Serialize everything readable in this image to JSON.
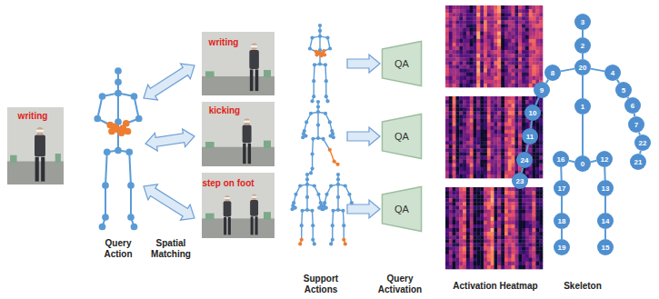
{
  "diagram": {
    "nodes": [
      {
        "text": [
          "QA"
        ]
      },
      {
        "text": [
          "QA"
        ]
      },
      {
        "text": [
          "QA"
        ]
      },
      {
        "text": [
          "3"
        ]
      },
      {
        "text": [
          "2"
        ]
      },
      {
        "text": [
          "20"
        ]
      },
      {
        "text": [
          "8"
        ]
      },
      {
        "text": [
          "4"
        ]
      },
      {
        "text": [
          "9"
        ]
      },
      {
        "text": [
          "5"
        ]
      },
      {
        "text": [
          "1"
        ]
      },
      {
        "text": [
          "6"
        ]
      },
      {
        "text": [
          "10"
        ]
      },
      {
        "text": [
          "7"
        ]
      },
      {
        "text": [
          "11"
        ]
      },
      {
        "text": [
          "22"
        ]
      },
      {
        "text": [
          "24"
        ]
      },
      {
        "text": [
          "21"
        ]
      },
      {
        "text": [
          "23"
        ]
      },
      {
        "text": [
          "16"
        ]
      },
      {
        "text": [
          "0"
        ]
      },
      {
        "text": [
          "12"
        ]
      },
      {
        "text": [
          "17"
        ]
      },
      {
        "text": [
          "13"
        ]
      },
      {
        "text": [
          "18"
        ]
      },
      {
        "text": [
          "14"
        ]
      },
      {
        "text": [
          "19"
        ]
      },
      {
        "text": [
          "15"
        ]
      }
    ],
    "edges": [
      {
        "from": 3,
        "to": 4,
        "arrow": "none"
      },
      {
        "from": 4,
        "to": 5,
        "arrow": "none"
      },
      {
        "from": 5,
        "to": 6,
        "arrow": "none"
      },
      {
        "from": 5,
        "to": 7,
        "arrow": "none"
      },
      {
        "from": 6,
        "to": 8,
        "arrow": "none"
      },
      {
        "from": 7,
        "to": 9,
        "arrow": "none"
      },
      {
        "from": 5,
        "to": 10,
        "arrow": "none"
      },
      {
        "from": 9,
        "to": 11,
        "arrow": "none"
      },
      {
        "from": 8,
        "to": 12,
        "arrow": "none"
      },
      {
        "from": 11,
        "to": 13,
        "arrow": "none"
      },
      {
        "from": 12,
        "to": 14,
        "arrow": "none"
      },
      {
        "from": 13,
        "to": 15,
        "arrow": "none"
      },
      {
        "from": 14,
        "to": 16,
        "arrow": "none"
      },
      {
        "from": 15,
        "to": 17,
        "arrow": "none"
      },
      {
        "from": 16,
        "to": 18,
        "arrow": "none"
      },
      {
        "from": 10,
        "to": 20,
        "arrow": "none"
      },
      {
        "from": 20,
        "to": 19,
        "arrow": "none"
      },
      {
        "from": 20,
        "to": 21,
        "arrow": "none"
      },
      {
        "from": 19,
        "to": 22,
        "arrow": "none"
      },
      {
        "from": 21,
        "to": 23,
        "arrow": "none"
      },
      {
        "from": 22,
        "to": 24,
        "arrow": "none"
      },
      {
        "from": 23,
        "to": 25,
        "arrow": "none"
      },
      {
        "from": 24,
        "to": 26,
        "arrow": "none"
      },
      {
        "from": 25,
        "to": 27,
        "arrow": "none"
      }
    ],
    "labels": [
      "writing",
      "Query Action",
      "Spatial Matching",
      "writing",
      "kicking",
      "step on foot",
      "Support Actions",
      "Query Activation",
      "Activation Heatmap",
      "Skeleton"
    ]
  }
}
